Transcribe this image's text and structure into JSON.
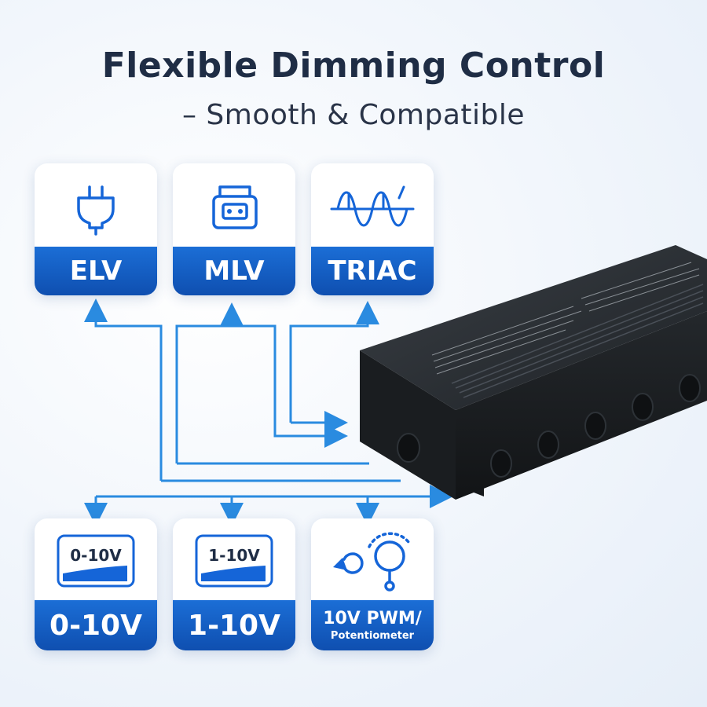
{
  "header": {
    "title": "Flexible Dimming Control",
    "subtitle": "– Smooth & Compatible"
  },
  "top_cards": [
    {
      "label": "ELV",
      "icon": "plug-icon"
    },
    {
      "label": "MLV",
      "icon": "transformer-icon"
    },
    {
      "label": "TRIAC",
      "icon": "waveform-icon"
    }
  ],
  "bottom_cards": [
    {
      "label": "0-10V",
      "icon_text": "0-10V",
      "icon": "dimmer-slider-icon"
    },
    {
      "label": "1-10V",
      "icon_text": "1-10V",
      "icon": "dimmer-slider-icon"
    },
    {
      "label": "10V PWM/",
      "sublabel": "Potentiometer",
      "icon": "potentiometer-icon"
    }
  ],
  "colors": {
    "accent": "#1565d8",
    "label_bg": "#0f4fb0",
    "line": "#2a8be0",
    "title": "#1f2d45",
    "device": "#1c2024"
  }
}
